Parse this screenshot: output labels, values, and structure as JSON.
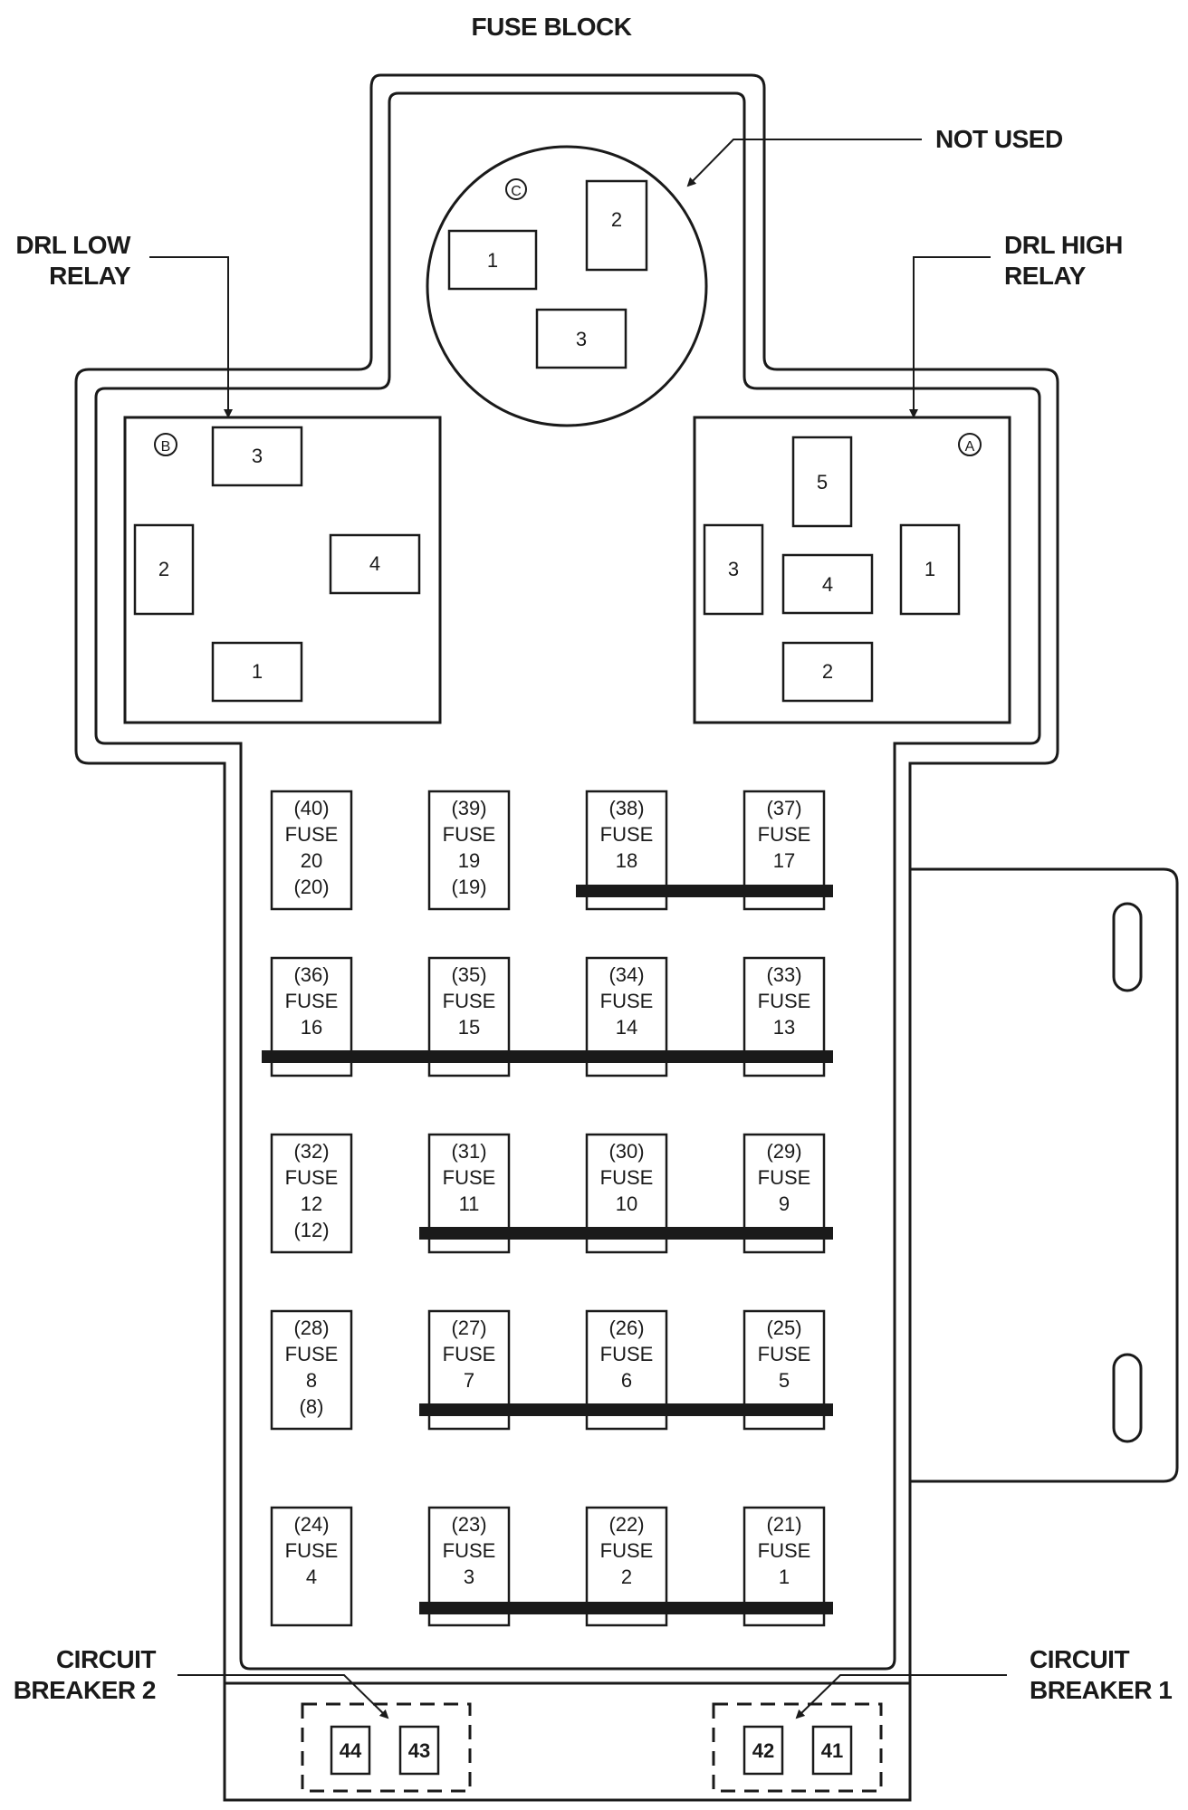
{
  "title": "FUSE BLOCK",
  "callouts": {
    "not_used": "NOT USED",
    "drl_low": [
      "DRL LOW",
      "RELAY"
    ],
    "drl_high": [
      "DRL HIGH",
      "RELAY"
    ],
    "cb2": [
      "CIRCUIT",
      "BREAKER 2"
    ],
    "cb1": [
      "CIRCUIT",
      "BREAKER 1"
    ]
  },
  "relay_c": {
    "letter": "C",
    "slots": [
      "1",
      "2",
      "3"
    ]
  },
  "relay_b": {
    "letter": "B",
    "slots": [
      "3",
      "2",
      "4",
      "1"
    ]
  },
  "relay_a": {
    "letter": "A",
    "slots": [
      "5",
      "3",
      "4",
      "1",
      "2"
    ]
  },
  "fuses": [
    {
      "pos": "(40)",
      "label": "FUSE",
      "num": "20",
      "extra": "(20)"
    },
    {
      "pos": "(39)",
      "label": "FUSE",
      "num": "19",
      "extra": "(19)"
    },
    {
      "pos": "(38)",
      "label": "FUSE",
      "num": "18",
      "extra": ""
    },
    {
      "pos": "(37)",
      "label": "FUSE",
      "num": "17",
      "extra": ""
    },
    {
      "pos": "(36)",
      "label": "FUSE",
      "num": "16",
      "extra": ""
    },
    {
      "pos": "(35)",
      "label": "FUSE",
      "num": "15",
      "extra": ""
    },
    {
      "pos": "(34)",
      "label": "FUSE",
      "num": "14",
      "extra": ""
    },
    {
      "pos": "(33)",
      "label": "FUSE",
      "num": "13",
      "extra": ""
    },
    {
      "pos": "(32)",
      "label": "FUSE",
      "num": "12",
      "extra": "(12)"
    },
    {
      "pos": "(31)",
      "label": "FUSE",
      "num": "11",
      "extra": ""
    },
    {
      "pos": "(30)",
      "label": "FUSE",
      "num": "10",
      "extra": ""
    },
    {
      "pos": "(29)",
      "label": "FUSE",
      "num": "9",
      "extra": ""
    },
    {
      "pos": "(28)",
      "label": "FUSE",
      "num": "8",
      "extra": "(8)"
    },
    {
      "pos": "(27)",
      "label": "FUSE",
      "num": "7",
      "extra": ""
    },
    {
      "pos": "(26)",
      "label": "FUSE",
      "num": "6",
      "extra": ""
    },
    {
      "pos": "(25)",
      "label": "FUSE",
      "num": "5",
      "extra": ""
    },
    {
      "pos": "(24)",
      "label": "FUSE",
      "num": "4",
      "extra": ""
    },
    {
      "pos": "(23)",
      "label": "FUSE",
      "num": "3",
      "extra": ""
    },
    {
      "pos": "(22)",
      "label": "FUSE",
      "num": "2",
      "extra": ""
    },
    {
      "pos": "(21)",
      "label": "FUSE",
      "num": "1",
      "extra": ""
    }
  ],
  "breakers": {
    "cb2_slots": [
      "44",
      "43"
    ],
    "cb1_slots": [
      "42",
      "41"
    ]
  }
}
